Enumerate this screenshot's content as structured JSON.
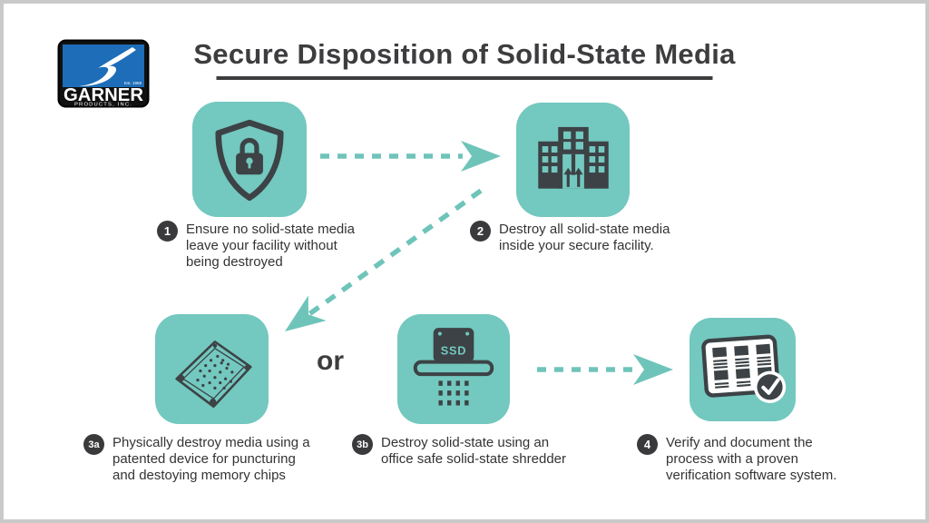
{
  "slide": {
    "title": "Secure Disposition of Solid-State Media"
  },
  "logo": {
    "company": "GARNER",
    "subtitle": "PRODUCTS, INC.",
    "established": "Est. 1959"
  },
  "connector": {
    "or_label": "or"
  },
  "steps": {
    "s1": {
      "num": "1",
      "icon": "shield-lock-icon",
      "text": [
        "Ensure no solid-state media",
        "leave your facility without",
        "being destroyed"
      ]
    },
    "s2": {
      "num": "2",
      "icon": "building-icon",
      "text": [
        "Destroy all solid-state media",
        "inside your secure facility."
      ]
    },
    "s3a": {
      "num": "3a",
      "icon": "punctured-circuit-board-icon",
      "text": [
        "Physically destroy media using a",
        "patented device for puncturing",
        "and destoying memory chips"
      ]
    },
    "s3b": {
      "num": "3b",
      "icon": "ssd-shredder-icon",
      "ssd_label": "SSD",
      "text": [
        "Destroy solid-state using an",
        "office safe solid-state shredder"
      ]
    },
    "s4": {
      "num": "4",
      "icon": "verification-report-icon",
      "text": [
        "Verify and document the",
        "process with a proven",
        "verification software system."
      ]
    }
  },
  "colors": {
    "tile_teal": "#73C8BF",
    "arrow_teal": "#6FC4BA",
    "icon_dark": "#3C4245",
    "text_dark": "#333333",
    "badge_dark": "#3A3A3C",
    "title_dark": "#3D3D3F",
    "logo_blue": "#1D6DB8"
  }
}
